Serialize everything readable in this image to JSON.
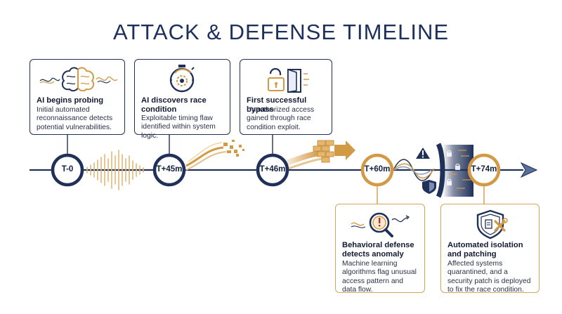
{
  "title": "ATTACK & DEFENSE TIMELINE",
  "colors": {
    "navy": "#1f3059",
    "gold": "#d39a45",
    "ink": "#111a30"
  },
  "events": [
    {
      "time": "T-0",
      "title": "AI begins probing",
      "description": "Initial automated reconnaissance detects potential vulnerabilities.",
      "icon": "brain-waveform-icon"
    },
    {
      "time": "T+45m",
      "title": "AI discovers race condition",
      "description": "Exploitable timing flaw identified within system logic.",
      "icon": "stopwatch-gear-icon"
    },
    {
      "time": "T+46m",
      "title": "First successful bypass",
      "description": "Unauthorized access gained through race condition exploit.",
      "icon": "unlocked-padlock-door-icon"
    },
    {
      "time": "T+60m",
      "title": "Behavioral defense detects anomaly",
      "description": "Machine learning algorithms flag unusual access pattern and data flow.",
      "icon": "magnifier-alert-icon"
    },
    {
      "time": "T+74m",
      "title": "Automated isolation and patching",
      "description": "Affected systems quarantined, and a security patch is deployed to fix the race condition.",
      "icon": "shield-wrench-icon"
    }
  ]
}
